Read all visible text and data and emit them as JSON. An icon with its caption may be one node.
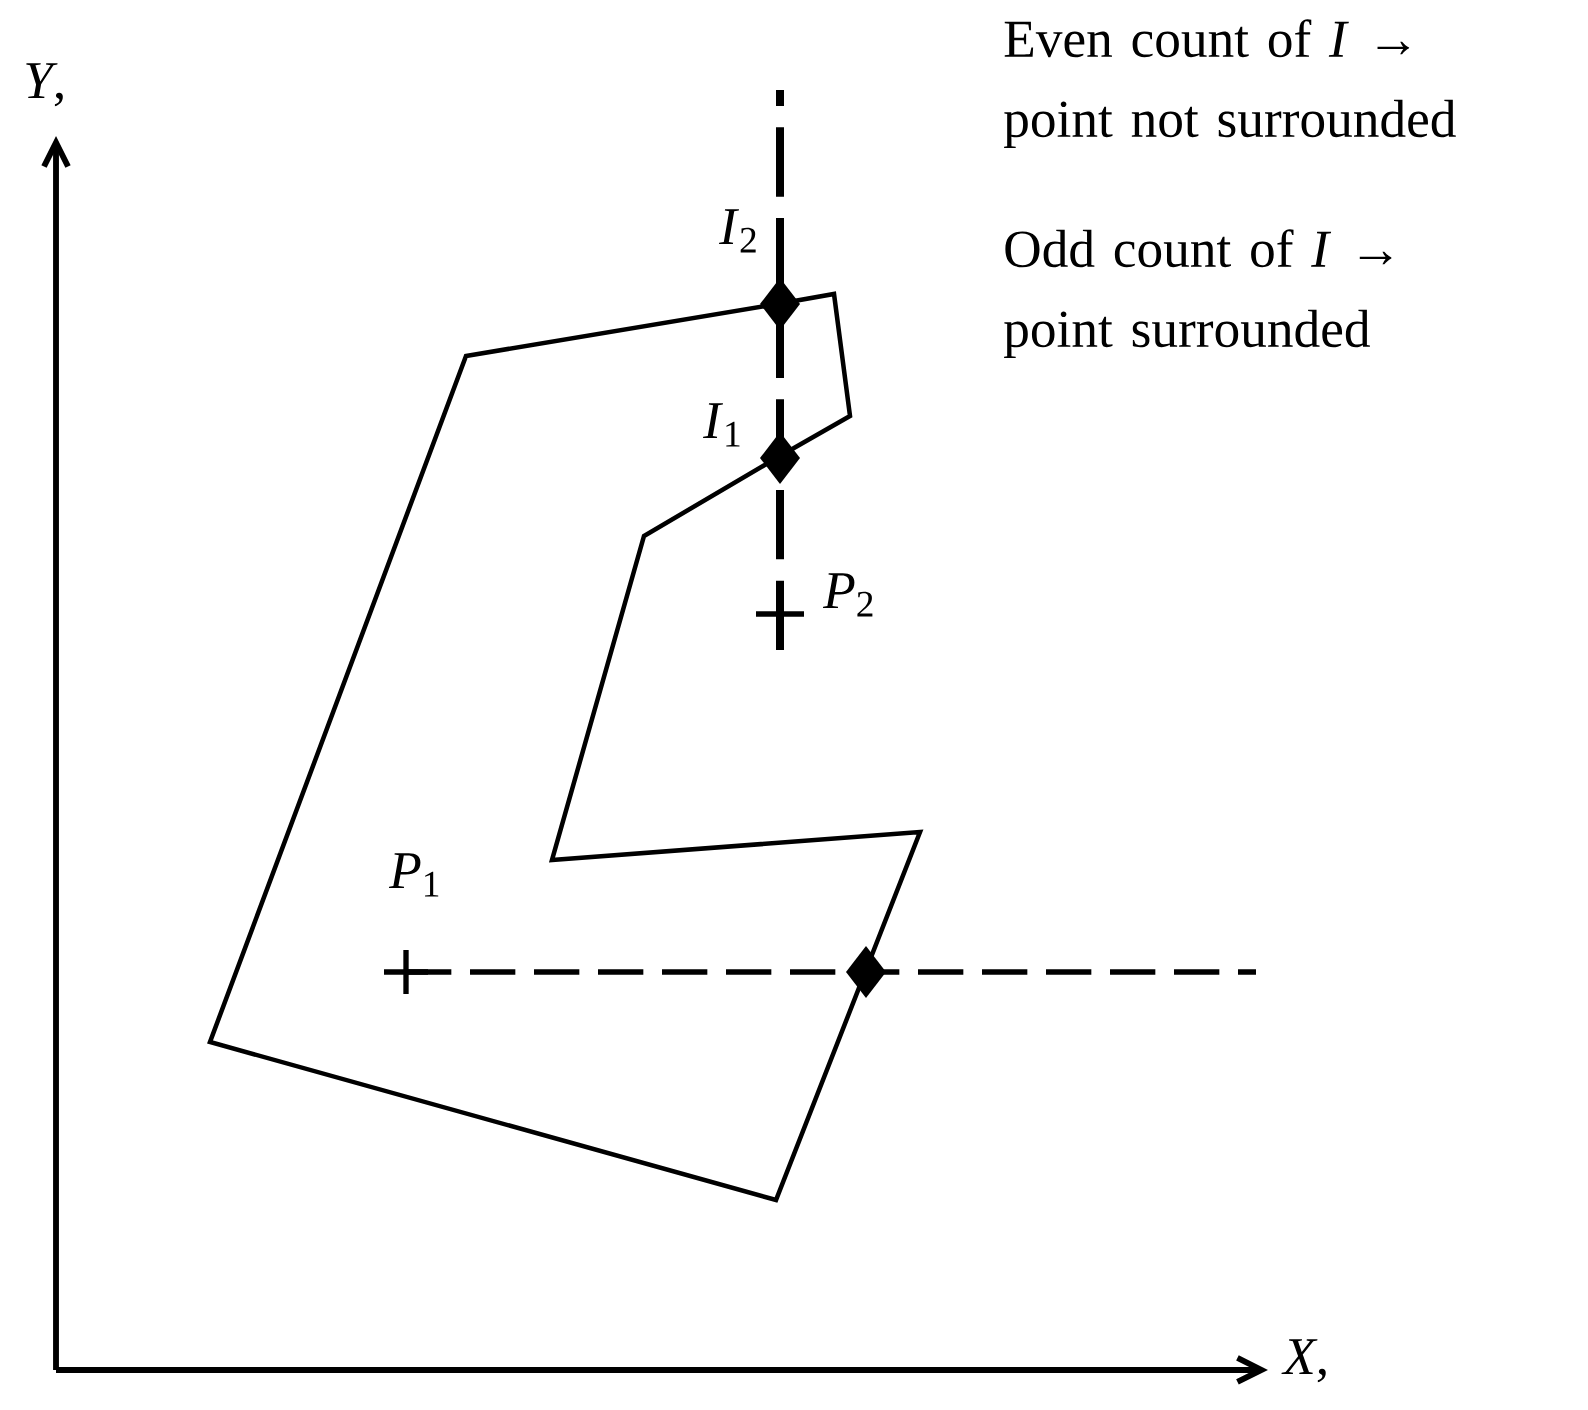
{
  "diagram": {
    "labels": [
      "*Y*,",
      "Even count of *I* → point not surrounded",
      "*I*$_{2}$",
      "Odd count of *I* → point surrounded",
      "*I*$_{1}$",
      "*P*$_{2}$",
      "*P*$_{1}$",
      "*X*,"
    ]
  }
}
